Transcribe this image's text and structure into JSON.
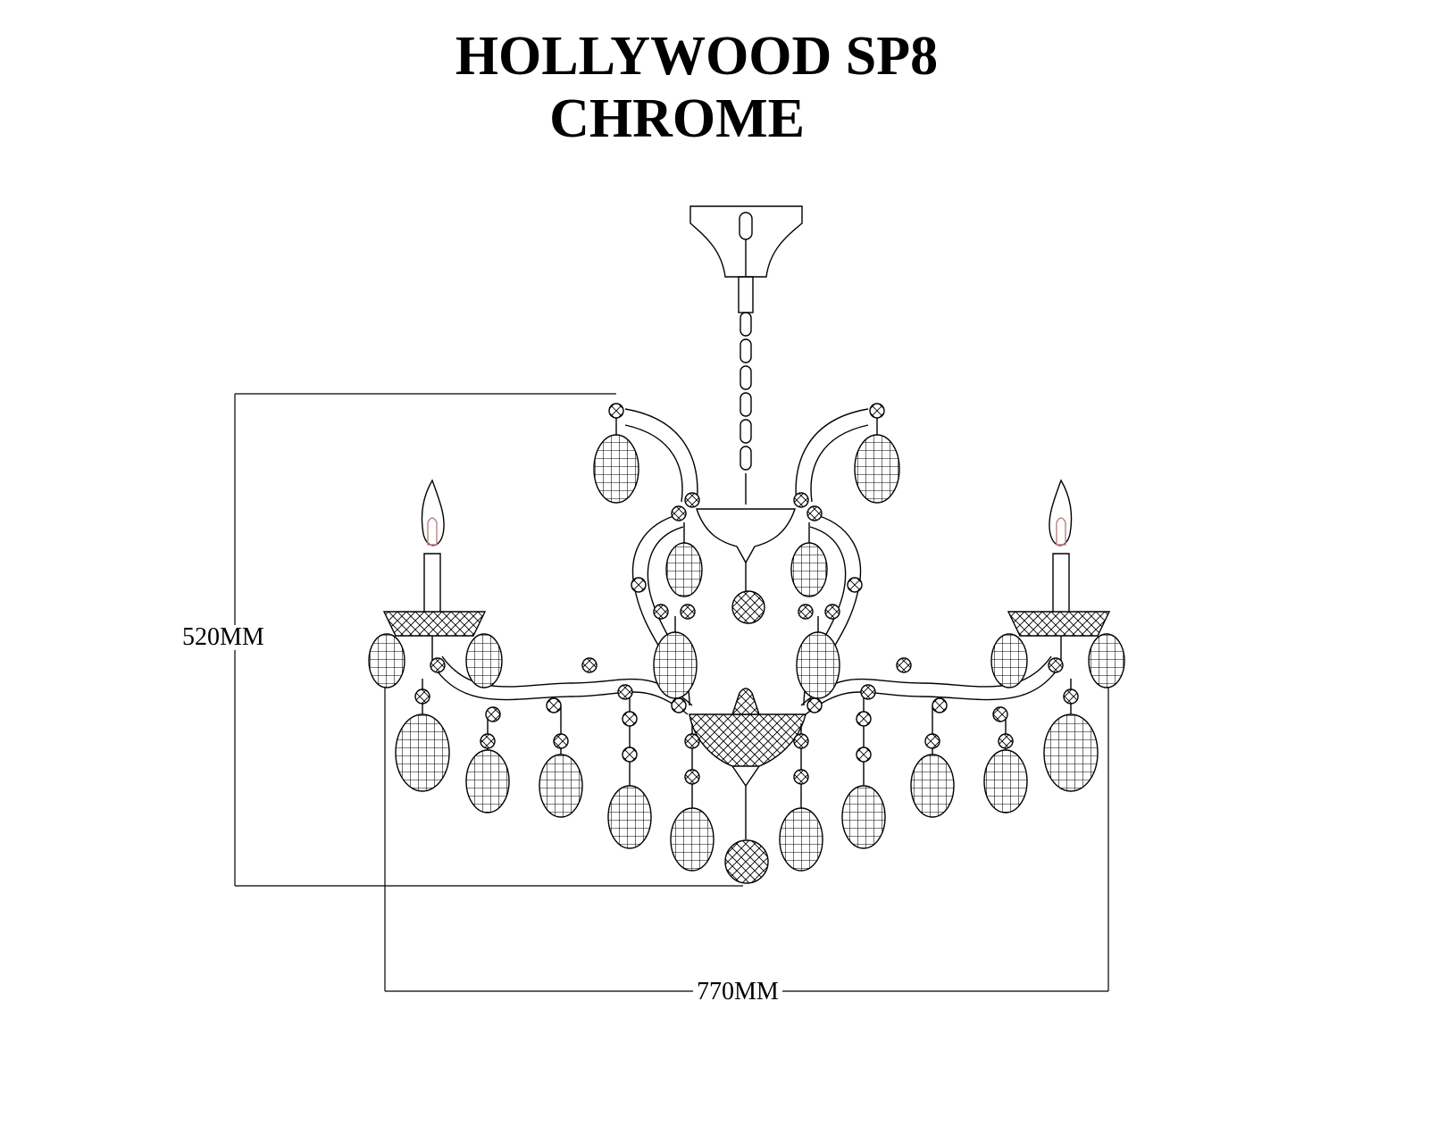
{
  "title": {
    "line1": "HOLLYWOOD SP8",
    "line2": "CHROME"
  },
  "dimensions": {
    "height_label": "520MM",
    "width_label": "770MM"
  },
  "colors": {
    "ink": "#000000",
    "bulb": "#c08080"
  }
}
